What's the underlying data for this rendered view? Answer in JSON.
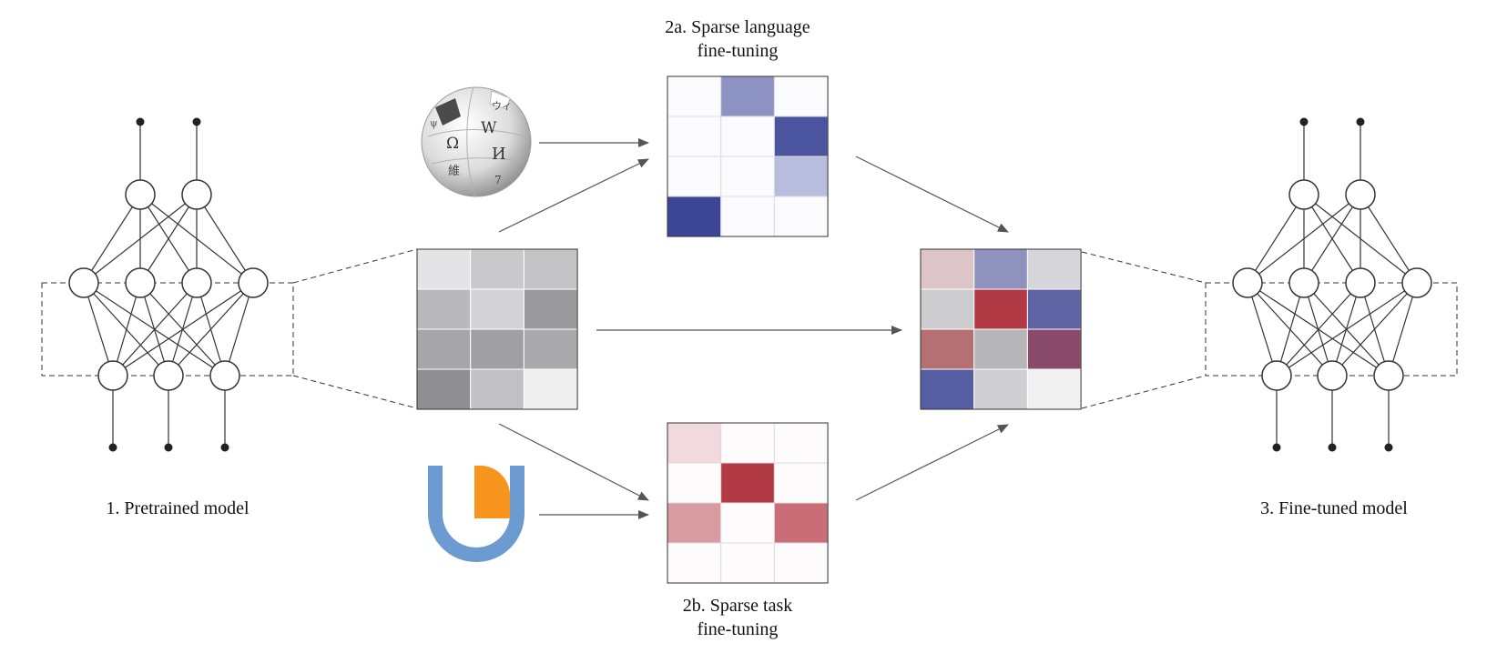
{
  "labels": {
    "pretrained": "1. Pretrained model",
    "sparse_language_line1": "2a. Sparse language",
    "sparse_language_line2": "fine-tuning",
    "sparse_task_line1": "2b. Sparse task",
    "sparse_task_line2": "fine-tuning",
    "finetuned": "3. Fine-tuned model"
  },
  "logo_text": {
    "wikipedia_glyphs": [
      "Ω",
      "W",
      "И",
      "維",
      "7",
      "ウィ",
      "ψ"
    ]
  },
  "colors": {
    "line": "#333333",
    "arrow": "#555555",
    "grid_line": "#dddddd",
    "udp_blue": "#6b9bd1",
    "udp_orange": "#f7941d",
    "globe_light": "#f2f2f2",
    "globe_dark": "#8a8a8a"
  },
  "matrices": {
    "pretrained": [
      [
        "#e4e4e6",
        "#c9c9cb",
        "#c3c3c5"
      ],
      [
        "#b9b9bb",
        "#d3d3d5",
        "#9b9b9d"
      ],
      [
        "#a6a6a8",
        "#a0a0a2",
        "#aaaaac"
      ],
      [
        "#8f8f91",
        "#c1c1c3",
        "#efefef"
      ]
    ],
    "sparse_language": [
      [
        "#fbfbfd",
        "#8c92c2",
        "#fbfbfd"
      ],
      [
        "#fbfbfd",
        "#fbfbfd",
        "#4b549e"
      ],
      [
        "#fbfbfd",
        "#fbfbfd",
        "#b8bcdd"
      ],
      [
        "#3c4596",
        "#fbfbfd",
        "#fbfbfd"
      ]
    ],
    "sparse_task": [
      [
        "#f1d9de",
        "#fdfbfb",
        "#fdfbfb"
      ],
      [
        "#fdfbfb",
        "#b23a44",
        "#fdfbfb"
      ],
      [
        "#d99ba2",
        "#fdfbfb",
        "#c96e77"
      ],
      [
        "#fdfbfb",
        "#fdfbfb",
        "#fdfbfb"
      ]
    ],
    "finetuned": [
      [
        "#dcc4c8",
        "#8f92bc",
        "#d6d6da"
      ],
      [
        "#cdcdcf",
        "#b23a44",
        "#5d63a3"
      ],
      [
        "#b47073",
        "#b6b6b8",
        "#8a4a6a"
      ],
      [
        "#555ea3",
        "#cfcfd3",
        "#f0f0f0"
      ]
    ]
  }
}
